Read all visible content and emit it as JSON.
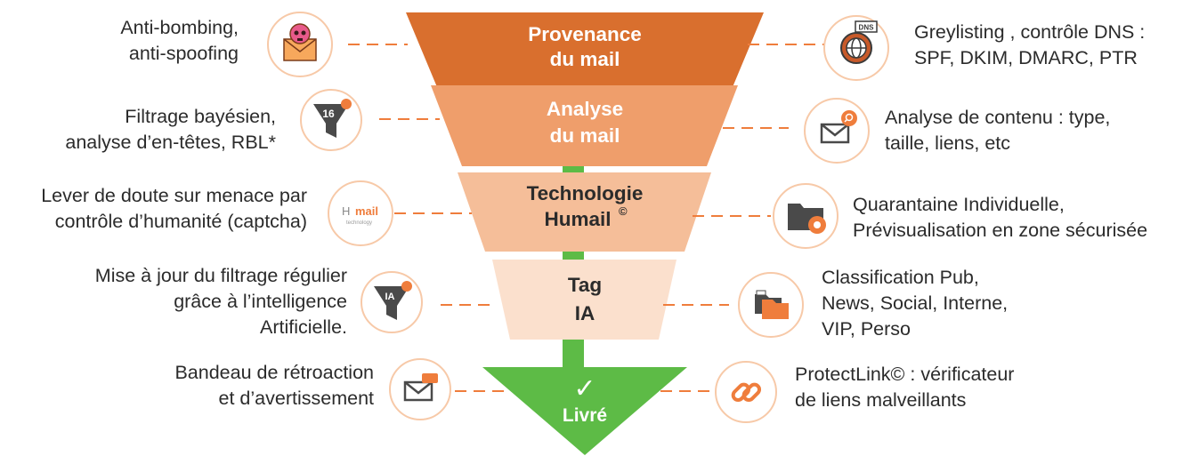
{
  "colors": {
    "stage_1": "#d96f2e",
    "stage_2": "#ef9e6b",
    "stage_3": "#f5be99",
    "stage_4": "#fbe0cd",
    "final": "#5dbb46",
    "pipe": "#5dbb46",
    "accent": "#ef7d3c",
    "text": "#2b2b2b",
    "icon_ring": "#f7c9a8"
  },
  "funnel": {
    "stages": [
      {
        "line1": "Provenance",
        "line2": "du mail",
        "sup": ""
      },
      {
        "line1": "Analyse",
        "line2": "du mail",
        "sup": ""
      },
      {
        "line1": "Technologie",
        "line2": "Humail",
        "sup": "©"
      },
      {
        "line1": "Tag",
        "line2": "IA",
        "sup": ""
      }
    ],
    "final": {
      "check": "✓",
      "label": "Livré"
    }
  },
  "left_items": [
    {
      "text": "Anti-bombing,\nanti-spoofing",
      "icon": "skull-envelope-icon"
    },
    {
      "text": "Filtrage   bayésien,\nanalyse d’en-têtes, RBL*",
      "icon": "funnel-16-icon",
      "icon_text": "16"
    },
    {
      "text": "Lever de doute sur menace par\ncontrôle d’humanité (captcha)",
      "icon": "humail-logo-icon",
      "logo_a": "H",
      "logo_b": "mail",
      "logo_c": "technology"
    },
    {
      "text": "Mise à jour du filtrage régulier\ngrâce à l’intelligence\nArtificielle.",
      "icon": "funnel-ia-icon",
      "icon_text": "IA"
    },
    {
      "text": "Bandeau de rétroaction\net d’avertissement",
      "icon": "envelope-banner-icon"
    }
  ],
  "right_items": [
    {
      "text": "Greylisting ,  contrôle DNS :\nSPF, DKIM, DMARC, PTR",
      "icon": "dns-globe-icon",
      "icon_text": "DNS"
    },
    {
      "text": "Analyse de contenu : type,\ntaille, liens, etc",
      "icon": "envelope-search-icon"
    },
    {
      "text": "Quarantaine Individuelle,\nPrévisualisation en zone sécurisée",
      "icon": "folder-bug-icon"
    },
    {
      "text": "Classification Pub,\nNews, Social, Interne,\nVIP, Perso",
      "icon": "folders-icon"
    },
    {
      "text": "ProtectLink© : vérificateur\nde liens malveillants",
      "icon": "link-icon"
    }
  ]
}
